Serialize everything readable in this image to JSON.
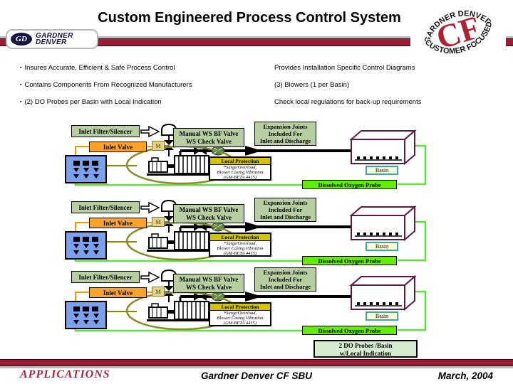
{
  "title": "Custom Engineered Process Control System",
  "header": {
    "gd_logo": {
      "monogram": "GD",
      "line1": "GARDNER",
      "line2": "DENVER"
    },
    "cf_stamp": {
      "monogram": "CF",
      "arc_top": "GARDNER DENVER",
      "arc_bottom": "CUSTOMER FOCUSED"
    }
  },
  "bullets": {
    "marker": "▪",
    "left": [
      "Insures Accurate, Efficient & Safe Process Control",
      "Contains Components From Recognized Manufacturers",
      "(2) DO Probes per Basin with Local Indication"
    ],
    "right": [
      "Provides Installation Specific Control Diagrams",
      "(3) Blowers (1 per Basin)",
      "Check local regulations for back-up requirements"
    ]
  },
  "diagram": {
    "labels": {
      "inlet_filter": "Inlet Filter/Silencer",
      "inlet_valve": "Inlet Valve",
      "manual_valve": [
        "Manual WS BF Valve",
        "WS Check Valve"
      ],
      "expansion": [
        "Expansion Joints",
        "Included For",
        "Inlet and Discharge"
      ],
      "actuator": "M",
      "local_protection": {
        "title": "Local Protection",
        "lines": [
          "*Surge/Overload,",
          "Blower Casing Vibration",
          "(GM-BETA 4415)"
        ]
      },
      "basin": "Basin",
      "do_probe": "Dissolved Oxygen Probe"
    },
    "note": [
      "2 DO Probes /Basin",
      "w/Local Indication"
    ]
  },
  "footer": {
    "left": "APPLICATIONS",
    "center": "Gardner Denver CF SBU",
    "right": "March, 2004"
  },
  "colors": {
    "bar_maroon": "#9b1c35",
    "label_green": "#b7cfa0",
    "label_orange": "#ffa229",
    "panel_blue": "#7aa0ee",
    "probe_green": "#62ee00",
    "wire_green": "#5ce23a",
    "wire_olive": "#8a8a00",
    "basin_outline": "#5a1a45",
    "local_header_yellow": "#d4c400",
    "note_green": "#d6ecd0",
    "cf_red": "#a82433"
  }
}
